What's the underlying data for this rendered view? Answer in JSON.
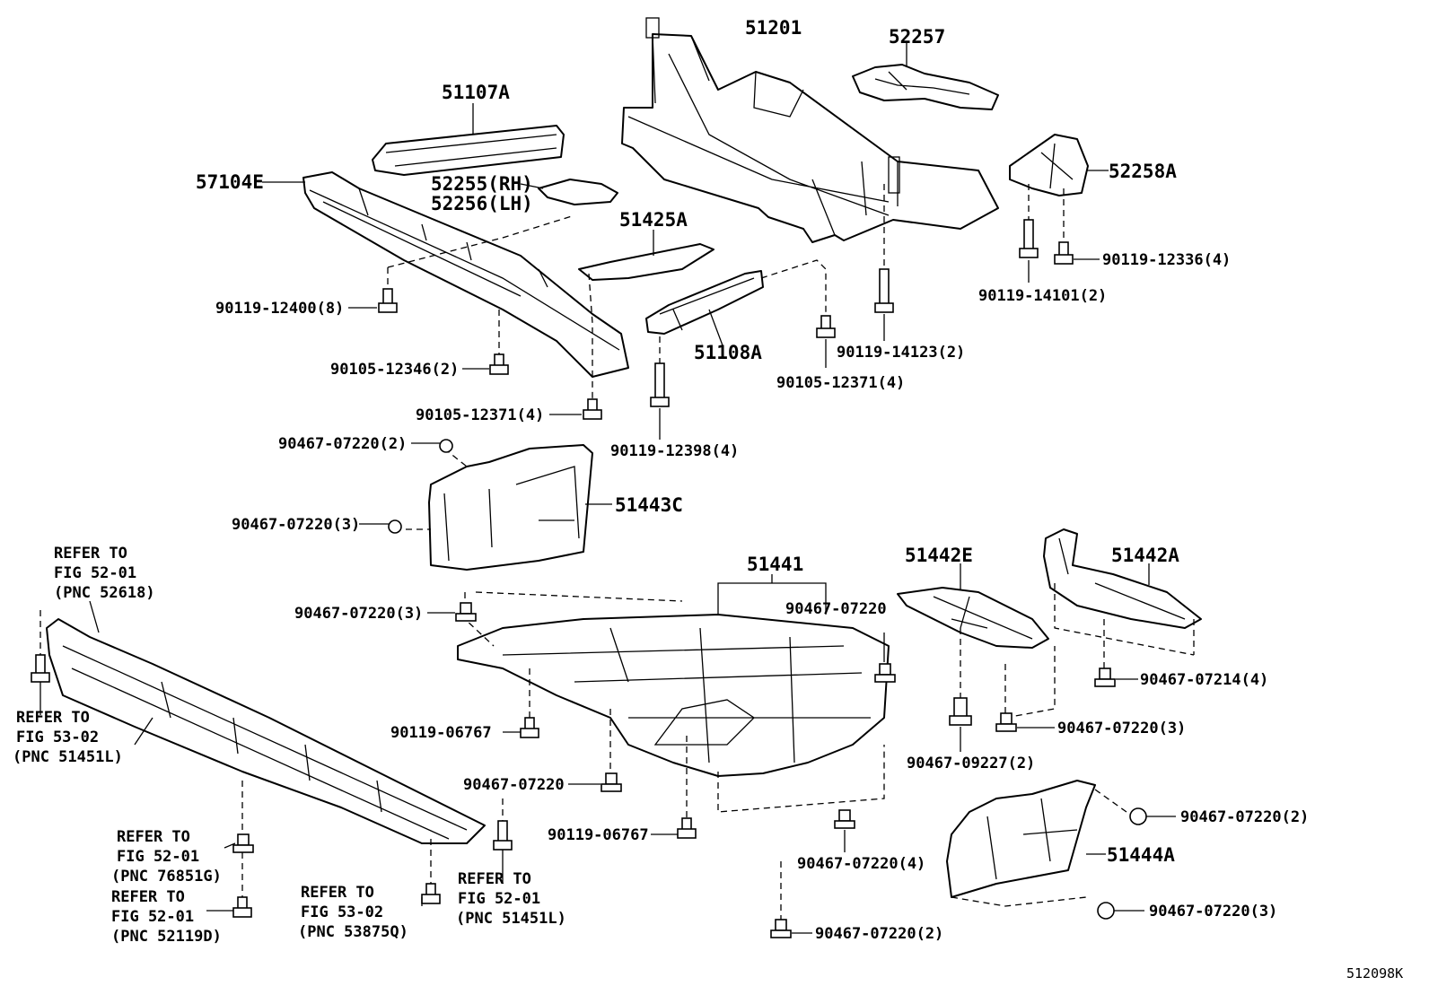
{
  "diagram_code": "512098K",
  "parts": [
    {
      "id": "p51201",
      "label": "51201"
    },
    {
      "id": "p52257",
      "label": "52257"
    },
    {
      "id": "p51107A",
      "label": "51107A"
    },
    {
      "id": "p57104E",
      "label": "57104E"
    },
    {
      "id": "p52255",
      "label": "52255(RH)"
    },
    {
      "id": "p52256",
      "label": "52256(LH)"
    },
    {
      "id": "p51425A",
      "label": "51425A"
    },
    {
      "id": "p52258A",
      "label": "52258A"
    },
    {
      "id": "p51108A",
      "label": "51108A"
    },
    {
      "id": "p51443C",
      "label": "51443C"
    },
    {
      "id": "p51441",
      "label": "51441"
    },
    {
      "id": "p51442E",
      "label": "51442E"
    },
    {
      "id": "p51442A",
      "label": "51442A"
    },
    {
      "id": "p51444A",
      "label": "51444A"
    }
  ],
  "fasteners": [
    {
      "id": "f1",
      "label": "90119-12336(4)"
    },
    {
      "id": "f2",
      "label": "90119-14101(2)"
    },
    {
      "id": "f3",
      "label": "90119-12400(8)"
    },
    {
      "id": "f4",
      "label": "90119-14123(2)"
    },
    {
      "id": "f5",
      "label": "90105-12346(2)"
    },
    {
      "id": "f6",
      "label": "90105-12371(4)"
    },
    {
      "id": "f7",
      "label": "90105-12371(4)"
    },
    {
      "id": "f8",
      "label": "90119-12398(4)"
    },
    {
      "id": "f9",
      "label": "90467-07220(2)"
    },
    {
      "id": "f10",
      "label": "90467-07220(3)"
    },
    {
      "id": "f11",
      "label": "90467-07220(3)"
    },
    {
      "id": "f12",
      "label": "90467-07220"
    },
    {
      "id": "f13",
      "label": "90467-07214(4)"
    },
    {
      "id": "f14",
      "label": "90119-06767"
    },
    {
      "id": "f15",
      "label": "90467-07220(3)"
    },
    {
      "id": "f16",
      "label": "90467-09227(2)"
    },
    {
      "id": "f17",
      "label": "90467-07220"
    },
    {
      "id": "f18",
      "label": "90467-07220(2)"
    },
    {
      "id": "f19",
      "label": "90119-06767"
    },
    {
      "id": "f20",
      "label": "90467-07220(4)"
    },
    {
      "id": "f21",
      "label": "90467-07220(3)"
    },
    {
      "id": "f22",
      "label": "90467-07220(2)"
    }
  ],
  "references": [
    {
      "id": "r1",
      "lines": [
        "REFER TO",
        "FIG 52-01",
        "(PNC 52618)"
      ]
    },
    {
      "id": "r2",
      "lines": [
        "REFER TO",
        "FIG 53-02",
        "(PNC 51451L)"
      ]
    },
    {
      "id": "r3",
      "lines": [
        "REFER TO",
        "FIG 52-01",
        "(PNC 76851G)"
      ]
    },
    {
      "id": "r4",
      "lines": [
        "REFER TO",
        "FIG 52-01",
        "(PNC 52119D)"
      ]
    },
    {
      "id": "r5",
      "lines": [
        "REFER TO",
        "FIG 53-02",
        "(PNC 53875Q)"
      ]
    },
    {
      "id": "r6",
      "lines": [
        "REFER TO",
        "FIG 52-01",
        "(PNC 51451L)"
      ]
    }
  ]
}
